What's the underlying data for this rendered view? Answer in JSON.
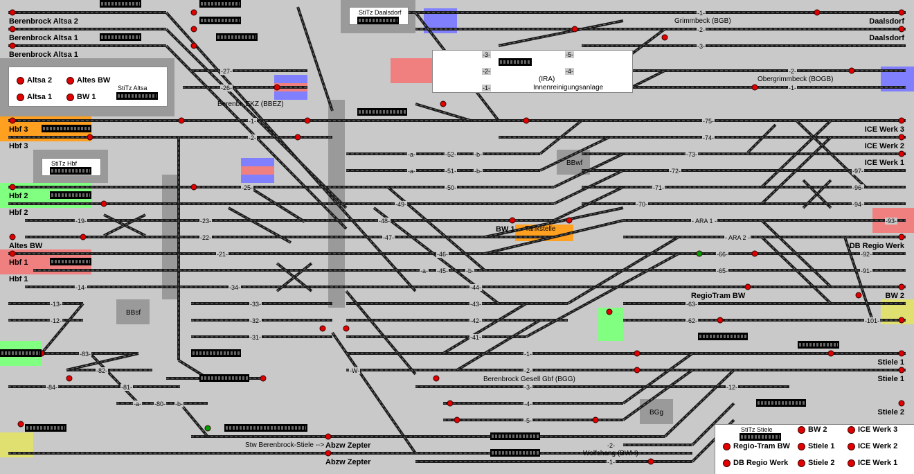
{
  "colors": {
    "background": "#c9c9c9",
    "track": "#1a1a1a",
    "signal_red": "#e00000",
    "signal_green": "#00a000",
    "zone_orange": "#ffa020",
    "zone_green": "#80ff80",
    "zone_red": "#f08080",
    "zone_blue": "#8080ff",
    "zone_yellow": "#e0e070"
  },
  "stations_left": {
    "berenbrock_altsa2": "Berenbrock Altsa 2",
    "berenbrock_altsa1a": "Berenbrock Altsa 1",
    "berenbrock_altsa1b": "Berenbrock Altsa 1",
    "hbf3a": "Hbf 3",
    "hbf3b": "Hbf 3",
    "hbf2a": "Hbf 2",
    "hbf2b": "Hbf 2",
    "altes_bw": "Altes BW",
    "hbf1a": "Hbf 1",
    "hbf1b": "Hbf 1"
  },
  "stations_right": {
    "daalsdorf1": "Daalsdorf",
    "daalsdorf2": "Daalsdorf",
    "ice3": "ICE Werk 3",
    "ice2": "ICE Werk 2",
    "ice1": "ICE Werk 1",
    "db_regio": "DB Regio Werk",
    "bw2": "BW 2",
    "stiele1a": "Stiele 1",
    "stiele1b": "Stiele 1",
    "stiele2": "Stiele 2"
  },
  "stations_mid": {
    "abzw_zepter1": "Abzw Zepter",
    "abzw_zepter2": "Abzw Zepter",
    "bw1": "BW 1",
    "tankstelle": "Tankstelle",
    "regiotram": "RegioTram BW"
  },
  "places": {
    "stitz_daalsdorf": "StiTz Daalsdorf",
    "grimmbeck": "Grimmbeck (BGB)",
    "obergrimmbeck": "Obergrimmbeck (BOGB)",
    "ira": "(IRA)",
    "innenreinigung": "Innenreinigungsanlage",
    "berenbr_ekz": "Berenbr. EKZ (BBEZ)",
    "stitz_hbf": "StiTz Hbf",
    "bbwf": "BBwf",
    "bbsf": "BBsf",
    "gesell": "Berenbrock Gesell Gbf (BGG)",
    "bgg": "BGg",
    "stw": "Stw Berenbrock-Stiele -->",
    "wolfshang": "Wolfshang (BWH)",
    "stitz_stiele": "StiTz Stiele",
    "stitz_altsa": "StiTz Altsa"
  },
  "legend_left": [
    {
      "label": "Altsa 2"
    },
    {
      "label": "Altes BW"
    },
    {
      "label": "Altsa 1"
    },
    {
      "label": "BW 1"
    }
  ],
  "legend_right": [
    {
      "label": "BW 2"
    },
    {
      "label": "ICE Werk 3"
    },
    {
      "label": "Regio-Tram BW"
    },
    {
      "label": "Stiele 1"
    },
    {
      "label": "ICE Werk 2"
    },
    {
      "label": "DB Regio Werk"
    },
    {
      "label": "Stiele 2"
    },
    {
      "label": "ICE Werk 1"
    }
  ],
  "track_labels": {
    "t1": "-1-",
    "t2": "-2-",
    "t3": "-3-",
    "t26": "-26-",
    "t27": "-27-",
    "t19": "-19-",
    "t23": "-23-",
    "t22": "-22-",
    "t21": "-21-",
    "t25": "-25-",
    "t14": "-14-",
    "t13": "-13-",
    "t12": "-12-",
    "t34": "-34-",
    "t33": "-33-",
    "t32": "-32-",
    "t31": "-31-",
    "t83": "-83-",
    "t82": "-82-",
    "t81": "-81-",
    "t84": "-84-",
    "ta": "-a-",
    "t80": "-80-",
    "tb": "-b-",
    "t50": "-50-",
    "t49": "-49-",
    "t48": "-48-",
    "t47": "-47-",
    "t46": "-46-",
    "t45": "-45-",
    "t44": "-44-",
    "t43": "-43-",
    "t42": "-42-",
    "t41": "-41-",
    "t52": "-52-",
    "t51": "-51-",
    "t75": "-75-",
    "t74": "-74-",
    "t73": "-73-",
    "t72": "-72-",
    "t71": "-71-",
    "t70": "-70-",
    "ara1": "- ARA 1 -",
    "ara2": "- ARA 2 -",
    "t97": "-97-",
    "t96": "-96-",
    "t94": "-94-",
    "t93": "-93-",
    "t92": "-92-",
    "t91": "-91-",
    "t101": "-101-",
    "t63": "-63-",
    "t62": "-62-",
    "t66": "-66-",
    "t65": "-65-",
    "tW": "-W-",
    "t4": "-4-",
    "t5": "-5-",
    "tr1": "-1-",
    "tr2": "-2-",
    "tr3": "-3-",
    "t12b": "-12-",
    "t30": "-1-",
    "t20": "-2-"
  }
}
